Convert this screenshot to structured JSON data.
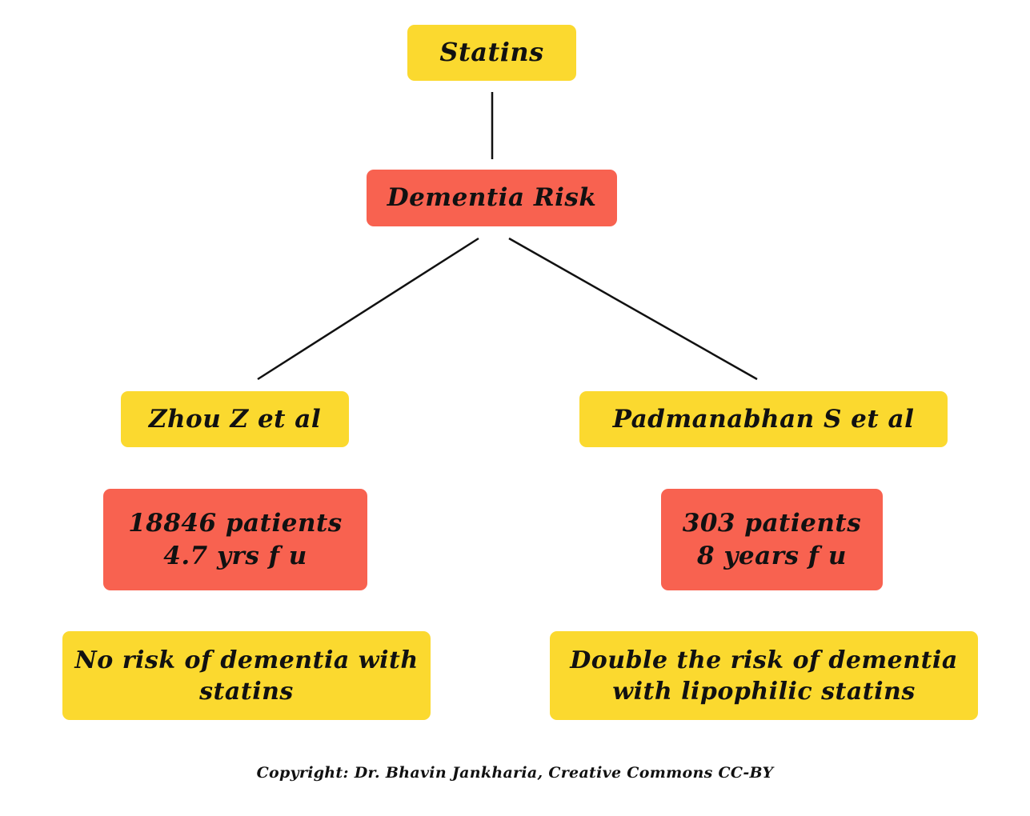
{
  "root": {
    "label": "Statins",
    "color": "#fbd92f"
  },
  "topic": {
    "label": "Dementia Risk",
    "color": "#f86250"
  },
  "branches": [
    {
      "study": "Zhou Z et al",
      "details": [
        "18846 patients",
        "4.7 yrs f u"
      ],
      "finding": [
        "No risk of dementia with",
        "statins"
      ]
    },
    {
      "study": "Padmanabhan S et al",
      "details": [
        "303 patients",
        "8 years f u"
      ],
      "finding": [
        "Double the risk of dementia",
        "with lipophilic statins"
      ]
    }
  ],
  "copyright": "Copyright: Dr. Bhavin Jankharia, Creative Commons CC-BY",
  "colors": {
    "yellow": "#fbd92f",
    "red": "#f86250",
    "line": "#111111"
  }
}
